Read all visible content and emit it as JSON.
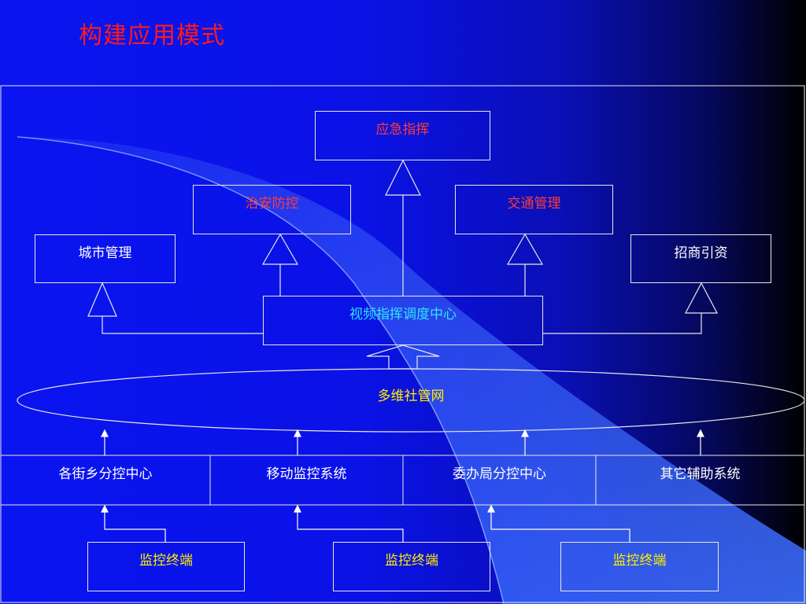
{
  "title": "构建应用模式",
  "nodes": {
    "emergency": "应急指挥",
    "public_security": "治安防控",
    "traffic": "交通管理",
    "city": "城市管理",
    "investment": "招商引资",
    "video_center": "视频指挥调度中心",
    "network": "多维社管网",
    "street_center": "各街乡分控中心",
    "mobile": "移动监控系统",
    "bureau_center": "委办局分控中心",
    "other": "其它辅助系统",
    "terminal_1": "监控终端",
    "terminal_2": "监控终端",
    "terminal_3": "监控终端"
  },
  "colors": {
    "title": "#ff1a1a",
    "node_red": "#ff3b3b",
    "node_cyan": "#2ee6ff",
    "node_yellow": "#ffee00",
    "line": "#e8e8e8"
  }
}
